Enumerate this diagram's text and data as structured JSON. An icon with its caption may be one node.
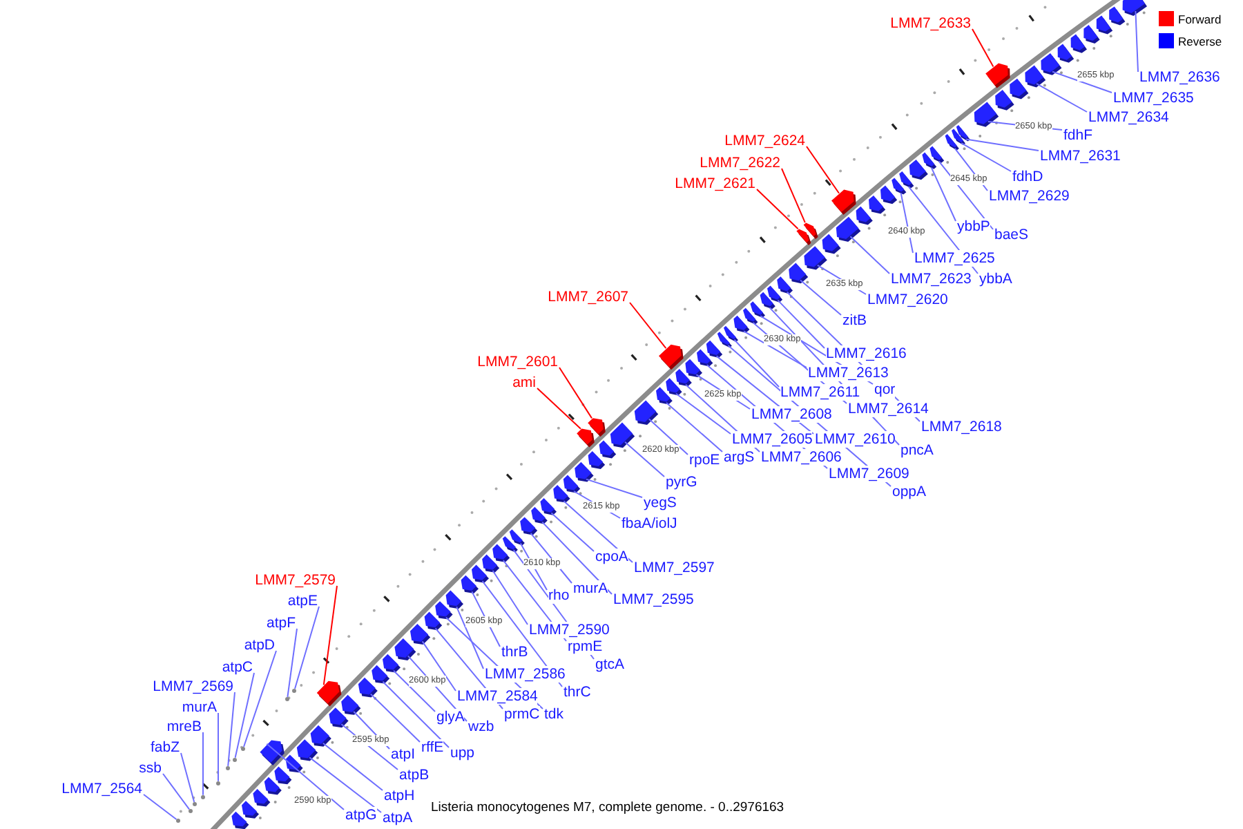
{
  "diagram": {
    "caption": "Listeria monocytogenes M7, complete genome. - 0..2976163",
    "nodes": [
      {
        "text": [
          "LMM7_2633"
        ]
      },
      {
        "text": [
          "LMM7_2624"
        ]
      },
      {
        "text": [
          "LMM7_2622"
        ]
      },
      {
        "text": [
          "LMM7_2621"
        ]
      },
      {
        "text": [
          "LMM7_2607"
        ]
      },
      {
        "text": [
          "LMM7_2601"
        ]
      },
      {
        "text": [
          "ami"
        ]
      },
      {
        "text": [
          "LMM7_2579"
        ]
      },
      {
        "text": [
          "atpE"
        ]
      },
      {
        "text": [
          "atpF"
        ]
      },
      {
        "text": [
          "atpD"
        ]
      },
      {
        "text": [
          "atpC"
        ]
      },
      {
        "text": [
          "LMM7_2569"
        ]
      },
      {
        "text": [
          "murA"
        ]
      },
      {
        "text": [
          "mreB"
        ]
      },
      {
        "text": [
          "fabZ"
        ]
      },
      {
        "text": [
          "ssb"
        ]
      },
      {
        "text": [
          "LMM7_2564"
        ]
      },
      {
        "text": [
          "atpG"
        ]
      },
      {
        "text": [
          "atpA"
        ]
      },
      {
        "text": [
          "atpH"
        ]
      },
      {
        "text": [
          "atpB"
        ]
      },
      {
        "text": [
          "atpI"
        ]
      },
      {
        "text": [
          "rffE"
        ]
      },
      {
        "text": [
          "upp"
        ]
      },
      {
        "text": [
          "glyA"
        ]
      },
      {
        "text": [
          "wzb"
        ]
      },
      {
        "text": [
          "LMM7_2584"
        ]
      },
      {
        "text": [
          "prmC"
        ]
      },
      {
        "text": [
          "tdk"
        ]
      },
      {
        "text": [
          "LMM7_2586"
        ]
      },
      {
        "text": [
          "thrB"
        ]
      },
      {
        "text": [
          "thrC"
        ]
      },
      {
        "text": [
          "LMM7_2590"
        ]
      },
      {
        "text": [
          "rpmE"
        ]
      },
      {
        "text": [
          "gtcA"
        ]
      },
      {
        "text": [
          "rho"
        ]
      },
      {
        "text": [
          "murA"
        ]
      },
      {
        "text": [
          "LMM7_2595"
        ]
      },
      {
        "text": [
          "cpoA"
        ]
      },
      {
        "text": [
          "LMM7_2597"
        ]
      },
      {
        "text": [
          "fbaA/iolJ"
        ]
      },
      {
        "text": [
          "yegS"
        ]
      },
      {
        "text": [
          "pyrG"
        ]
      },
      {
        "text": [
          "rpoE"
        ]
      },
      {
        "text": [
          "argS"
        ]
      },
      {
        "text": [
          "LMM7_2605"
        ]
      },
      {
        "text": [
          "LMM7_2606"
        ]
      },
      {
        "text": [
          "LMM7_2608"
        ]
      },
      {
        "text": [
          "LMM7_2609"
        ]
      },
      {
        "text": [
          "LMM7_2610"
        ]
      },
      {
        "text": [
          "oppA"
        ]
      },
      {
        "text": [
          "LMM7_2611"
        ]
      },
      {
        "text": [
          "LMM7_2613"
        ]
      },
      {
        "text": [
          "LMM7_2614"
        ]
      },
      {
        "text": [
          "qor"
        ]
      },
      {
        "text": [
          "pncA"
        ]
      },
      {
        "text": [
          "LMM7_2616"
        ]
      },
      {
        "text": [
          "LMM7_2618"
        ]
      },
      {
        "text": [
          "zitB"
        ]
      },
      {
        "text": [
          "LMM7_2620"
        ]
      },
      {
        "text": [
          "LMM7_2623"
        ]
      },
      {
        "text": [
          "LMM7_2625"
        ]
      },
      {
        "text": [
          "ybbA"
        ]
      },
      {
        "text": [
          "ybbP"
        ]
      },
      {
        "text": [
          "baeS"
        ]
      },
      {
        "text": [
          "LMM7_2629"
        ]
      },
      {
        "text": [
          "fdhD"
        ]
      },
      {
        "text": [
          "LMM7_2631"
        ]
      },
      {
        "text": [
          "fdhF"
        ]
      },
      {
        "text": [
          "LMM7_2634"
        ]
      },
      {
        "text": [
          "LMM7_2635"
        ]
      },
      {
        "text": [
          "LMM7_2636"
        ]
      },
      {
        "text": [],
        "shape": "circle"
      },
      {
        "text": [],
        "shape": "circle"
      },
      {
        "text": [],
        "shape": "circle"
      },
      {
        "text": [],
        "shape": "circle"
      },
      {
        "text": [],
        "shape": "circle"
      },
      {
        "text": [],
        "shape": "circle"
      },
      {
        "text": [],
        "shape": "circle"
      },
      {
        "text": [],
        "shape": "circle"
      },
      {
        "text": [],
        "shape": "circle"
      },
      {
        "text": [],
        "shape": "circle"
      },
      {
        "text": [],
        "shape": "box"
      },
      {
        "text": [],
        "shape": "box"
      },
      {
        "text": [],
        "shape": "box"
      },
      {
        "text": [],
        "shape": "box"
      },
      {
        "text": [],
        "shape": "box"
      },
      {
        "text": [],
        "shape": "box"
      },
      {
        "text": [],
        "shape": "box"
      },
      {
        "text": [],
        "shape": "box"
      },
      {
        "text": [],
        "shape": "box"
      },
      {
        "text": [],
        "shape": "box"
      },
      {
        "text": [],
        "shape": "box"
      },
      {
        "text": [],
        "shape": "box"
      },
      {
        "text": [],
        "shape": "box"
      },
      {
        "text": [],
        "shape": "box"
      },
      {
        "text": [],
        "shape": "box"
      },
      {
        "text": [],
        "shape": "box"
      },
      {
        "text": [],
        "shape": "box"
      },
      {
        "text": [],
        "shape": "box"
      },
      {
        "text": [],
        "shape": "box"
      },
      {
        "text": [],
        "shape": "box"
      },
      {
        "text": [],
        "shape": "box"
      },
      {
        "text": [],
        "shape": "box"
      },
      {
        "text": [],
        "shape": "box"
      },
      {
        "text": [],
        "shape": "box"
      },
      {
        "text": [],
        "shape": "box"
      },
      {
        "text": [],
        "shape": "box"
      },
      {
        "text": [],
        "shape": "box"
      },
      {
        "text": [],
        "shape": "box"
      },
      {
        "text": [],
        "shape": "box"
      },
      {
        "text": [],
        "shape": "box"
      },
      {
        "text": [],
        "shape": "box"
      },
      {
        "text": [],
        "shape": "box"
      },
      {
        "text": [],
        "shape": "box"
      },
      {
        "text": [],
        "shape": "box"
      },
      {
        "text": [],
        "shape": "box"
      },
      {
        "text": [],
        "shape": "box"
      },
      {
        "text": [],
        "shape": "box"
      },
      {
        "text": [],
        "shape": "box"
      },
      {
        "text": [],
        "shape": "box"
      },
      {
        "text": [],
        "shape": "box"
      },
      {
        "text": [],
        "shape": "box"
      },
      {
        "text": [],
        "shape": "box"
      },
      {
        "text": [],
        "shape": "box"
      },
      {
        "text": [],
        "shape": "box"
      },
      {
        "text": [],
        "shape": "box"
      },
      {
        "text": [],
        "shape": "box"
      },
      {
        "text": [],
        "shape": "box"
      },
      {
        "text": [],
        "shape": "box"
      },
      {
        "text": [],
        "shape": "box"
      },
      {
        "text": [],
        "shape": "box"
      },
      {
        "text": [],
        "shape": "box"
      },
      {
        "text": [],
        "shape": "box"
      },
      {
        "text": [],
        "shape": "box"
      },
      {
        "text": [],
        "shape": "box"
      },
      {
        "text": [],
        "shape": "box"
      },
      {
        "text": [],
        "shape": "box"
      },
      {
        "text": [],
        "shape": "box"
      },
      {
        "text": [],
        "shape": "box"
      },
      {
        "text": [],
        "shape": "box"
      },
      {
        "text": [],
        "shape": "box"
      },
      {
        "text": [],
        "shape": "box"
      },
      {
        "text": [],
        "shape": "box"
      },
      {
        "text": [],
        "shape": "box"
      },
      {
        "text": [],
        "shape": "box"
      },
      {
        "text": [],
        "shape": "box"
      },
      {
        "text": [],
        "shape": "box"
      },
      {
        "text": [],
        "shape": "box"
      },
      {
        "text": [],
        "shape": "box"
      },
      {
        "text": [],
        "shape": "box"
      },
      {
        "text": [],
        "shape": "box"
      },
      {
        "text": [],
        "shape": "box"
      },
      {
        "text": [],
        "shape": "box"
      },
      {
        "text": [],
        "shape": "box"
      },
      {
        "text": [],
        "shape": "box"
      },
      {
        "text": [],
        "shape": "box"
      },
      {
        "text": [],
        "shape": "box"
      },
      {
        "text": [],
        "shape": "box"
      },
      {
        "text": [],
        "shape": "box"
      },
      {
        "text": [],
        "shape": "box"
      },
      {
        "text": [],
        "shape": "box"
      },
      {
        "text": [],
        "shape": "box"
      },
      {
        "text": [],
        "shape": "box"
      },
      {
        "text": [],
        "shape": "box"
      }
    ],
    "edges": [
      {
        "from": 0,
        "to": 145,
        "arrow": "none",
        "color": "#ff0000"
      },
      {
        "from": 1,
        "to": 144,
        "arrow": "none",
        "color": "#ff0000"
      },
      {
        "from": 2,
        "to": 143,
        "arrow": "none",
        "color": "#ff0000"
      },
      {
        "from": 3,
        "to": 142,
        "arrow": "none",
        "color": "#ff0000"
      },
      {
        "from": 4,
        "to": 141,
        "arrow": "none",
        "color": "#ff0000"
      },
      {
        "from": 5,
        "to": 140,
        "arrow": "none",
        "color": "#ff0000"
      },
      {
        "from": 6,
        "to": 139,
        "arrow": "none",
        "color": "#ff0000"
      },
      {
        "from": 7,
        "to": 138,
        "arrow": "none",
        "color": "#ff0000"
      },
      {
        "from": 8,
        "to": 82,
        "arrow": "none"
      },
      {
        "from": 9,
        "to": 81,
        "arrow": "none"
      },
      {
        "from": 10,
        "to": 80,
        "arrow": "none"
      },
      {
        "from": 11,
        "to": 79,
        "arrow": "none"
      },
      {
        "from": 12,
        "to": 78,
        "arrow": "none"
      },
      {
        "from": 13,
        "to": 77,
        "arrow": "none"
      },
      {
        "from": 14,
        "to": 76,
        "arrow": "none"
      },
      {
        "from": 15,
        "to": 75,
        "arrow": "none"
      },
      {
        "from": 16,
        "to": 74,
        "arrow": "none"
      },
      {
        "from": 17,
        "to": 73,
        "arrow": "none"
      },
      {
        "from": 18,
        "to": 83,
        "arrow": "none"
      },
      {
        "from": 19,
        "to": 84,
        "arrow": "none"
      },
      {
        "from": 20,
        "to": 85,
        "arrow": "none"
      },
      {
        "from": 21,
        "to": 86,
        "arrow": "none"
      },
      {
        "from": 22,
        "to": 87,
        "arrow": "none"
      },
      {
        "from": 23,
        "to": 88,
        "arrow": "none"
      },
      {
        "from": 24,
        "to": 89,
        "arrow": "none"
      },
      {
        "from": 25,
        "to": 90,
        "arrow": "none"
      },
      {
        "from": 26,
        "to": 91,
        "arrow": "none"
      },
      {
        "from": 27,
        "to": 92,
        "arrow": "none"
      },
      {
        "from": 28,
        "to": 93,
        "arrow": "none"
      },
      {
        "from": 29,
        "to": 94,
        "arrow": "none"
      },
      {
        "from": 30,
        "to": 95,
        "arrow": "none"
      },
      {
        "from": 31,
        "to": 96,
        "arrow": "none"
      },
      {
        "from": 32,
        "to": 97,
        "arrow": "none"
      },
      {
        "from": 33,
        "to": 98,
        "arrow": "none"
      },
      {
        "from": 34,
        "to": 99,
        "arrow": "none"
      },
      {
        "from": 35,
        "to": 100,
        "arrow": "none"
      },
      {
        "from": 36,
        "to": 101,
        "arrow": "none"
      },
      {
        "from": 37,
        "to": 102,
        "arrow": "none"
      },
      {
        "from": 38,
        "to": 103,
        "arrow": "none"
      },
      {
        "from": 39,
        "to": 104,
        "arrow": "none"
      },
      {
        "from": 40,
        "to": 105,
        "arrow": "none"
      },
      {
        "from": 41,
        "to": 106,
        "arrow": "none"
      },
      {
        "from": 42,
        "to": 107,
        "arrow": "none"
      },
      {
        "from": 43,
        "to": 108,
        "arrow": "none"
      },
      {
        "from": 44,
        "to": 109,
        "arrow": "none"
      },
      {
        "from": 45,
        "to": 110,
        "arrow": "none"
      },
      {
        "from": 46,
        "to": 111,
        "arrow": "none"
      },
      {
        "from": 47,
        "to": 112,
        "arrow": "none"
      },
      {
        "from": 48,
        "to": 113,
        "arrow": "none"
      },
      {
        "from": 49,
        "to": 114,
        "arrow": "none"
      },
      {
        "from": 50,
        "to": 115,
        "arrow": "none"
      },
      {
        "from": 51,
        "to": 116,
        "arrow": "none"
      },
      {
        "from": 52,
        "to": 117,
        "arrow": "none"
      },
      {
        "from": 53,
        "to": 118,
        "arrow": "none"
      },
      {
        "from": 54,
        "to": 119,
        "arrow": "none"
      },
      {
        "from": 55,
        "to": 120,
        "arrow": "none"
      },
      {
        "from": 56,
        "to": 121,
        "arrow": "none"
      },
      {
        "from": 57,
        "to": 122,
        "arrow": "none"
      },
      {
        "from": 58,
        "to": 123,
        "arrow": "none"
      },
      {
        "from": 59,
        "to": 124,
        "arrow": "none"
      },
      {
        "from": 60,
        "to": 125,
        "arrow": "none"
      },
      {
        "from": 61,
        "to": 126,
        "arrow": "none"
      },
      {
        "from": 62,
        "to": 127,
        "arrow": "none"
      },
      {
        "from": 63,
        "to": 128,
        "arrow": "none"
      },
      {
        "from": 64,
        "to": 129,
        "arrow": "none"
      },
      {
        "from": 65,
        "to": 130,
        "arrow": "none"
      },
      {
        "from": 66,
        "to": 131,
        "arrow": "none"
      },
      {
        "from": 67,
        "to": 132,
        "arrow": "none"
      },
      {
        "from": 68,
        "to": 133,
        "arrow": "none"
      },
      {
        "from": 69,
        "to": 134,
        "arrow": "none"
      },
      {
        "from": 70,
        "to": 135,
        "arrow": "none"
      },
      {
        "from": 71,
        "to": 136,
        "arrow": "none"
      },
      {
        "from": 72,
        "to": 137,
        "arrow": "none"
      }
    ],
    "labels": [
      "2590 kbp",
      "2595 kbp",
      "2600 kbp",
      "2605 kbp",
      "2610 kbp",
      "2615 kbp",
      "2620 kbp",
      "2625 kbp",
      "2630 kbp",
      "2635 kbp",
      "2640 kbp",
      "2645 kbp",
      "2650 kbp",
      "2655 kbp"
    ],
    "legend": [
      {
        "text": "Forward",
        "color": "#ff0000"
      },
      {
        "text": "Reverse",
        "color": "#0000ff"
      }
    ]
  }
}
